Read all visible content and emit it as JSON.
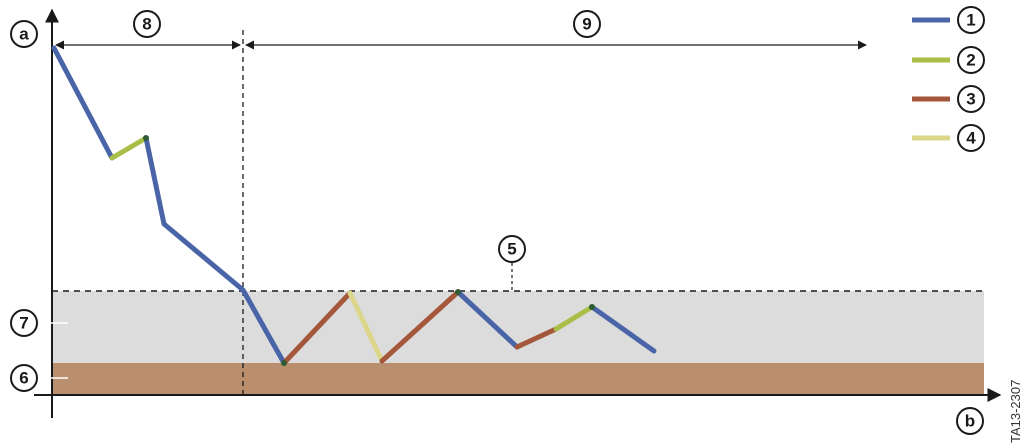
{
  "diagram": {
    "axis_y_label": "a",
    "axis_x_label": "b",
    "doc_id": "TA13-2307",
    "colors": {
      "series_1": "#4a64a8",
      "series_2": "#a8be48",
      "series_3": "#a4573a",
      "series_4": "#dcd68a",
      "band_upper": "#dcdcdc",
      "band_lower": "#b98f6e",
      "axis": "#1a1a1a",
      "joint": "#2f5a32"
    },
    "legend": [
      {
        "label": "1",
        "color_key": "series_1"
      },
      {
        "label": "2",
        "color_key": "series_2"
      },
      {
        "label": "3",
        "color_key": "series_3"
      },
      {
        "label": "4",
        "color_key": "series_4"
      }
    ],
    "callouts": {
      "threshold": "5",
      "lower_band": "6",
      "upper_band": "7",
      "phase_one": "8",
      "phase_two": "9"
    }
  }
}
